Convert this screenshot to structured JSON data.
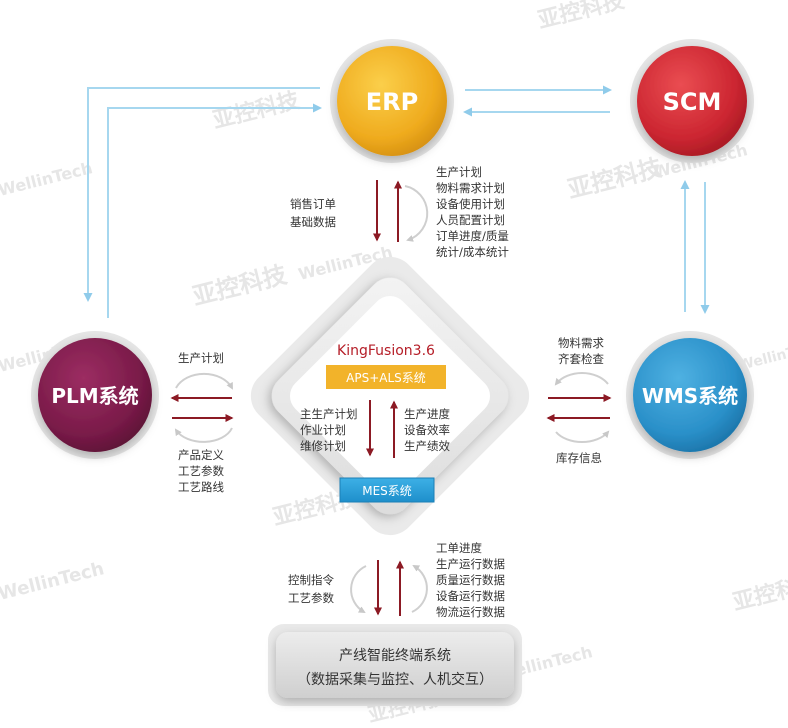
{
  "colors": {
    "erp": "#f0b124",
    "scm": "#cf2b35",
    "plm": "#7e1d4c",
    "wms": "#2b93cc",
    "flow_dark": "#8c1a24",
    "flow_light": "#9fd3ee",
    "tag": "#2ea1db",
    "kf_title": "#b51d27"
  },
  "nodes": {
    "erp": "ERP",
    "scm": "SCM",
    "plm": "PLM系统",
    "wms": "WMS系统"
  },
  "center": {
    "title": "KingFusion3.6",
    "aps": "APS+ALS系统",
    "mes": "MES系统",
    "left_lines": [
      "主生产计划",
      "作业计划",
      "维修计划"
    ],
    "right_lines": [
      "生产进度",
      "设备效率",
      "生产绩效"
    ]
  },
  "labels": {
    "erp_left": [
      "销售订单",
      "基础数据"
    ],
    "erp_right": [
      "生产计划",
      "物料需求计划",
      "设备使用计划",
      "人员配置计划",
      "订单进度/质量",
      "统计/成本统计"
    ],
    "plm_top": [
      "生产计划"
    ],
    "plm_bottom": [
      "产品定义",
      "工艺参数",
      "工艺路线"
    ],
    "wms_top": [
      "物料需求",
      "齐套检查"
    ],
    "wms_bottom": [
      "库存信息"
    ],
    "bottom_left": [
      "控制指令",
      "工艺参数"
    ],
    "bottom_right": [
      "工单进度",
      "生产运行数据",
      "质量运行数据",
      "设备运行数据",
      "物流运行数据"
    ]
  },
  "terminal": {
    "line1": "产线智能终端系统",
    "line2": "（数据采集与监控、人机交互）"
  },
  "watermarks": {
    "cn": "亚控科技",
    "en": "WellinTech"
  }
}
